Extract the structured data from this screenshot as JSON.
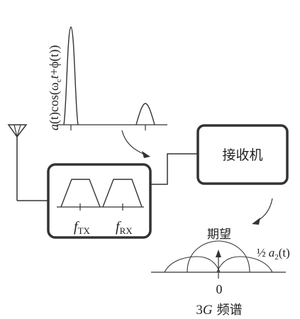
{
  "signal_label": {
    "a": "a",
    "main": "(t)cos(ω",
    "sub_c": "c",
    "t": "t",
    "tail": "+ϕ(t))"
  },
  "receiver": {
    "label": "接收机"
  },
  "filter": {
    "tx": {
      "f": "f",
      "sub": "TX"
    },
    "rx": {
      "f": "f",
      "sub": "RX"
    }
  },
  "spectrum": {
    "desired_label": "期望",
    "interference_label": {
      "half": "½",
      "a": "a",
      "sub": "2",
      "tail": "(t)"
    },
    "zero_label": "0",
    "axis_label": {
      "prefix": "3",
      "g": "G",
      "text": "频谱"
    }
  },
  "colors": {
    "line": "#333333",
    "text": "#222222",
    "background": "#ffffff"
  }
}
